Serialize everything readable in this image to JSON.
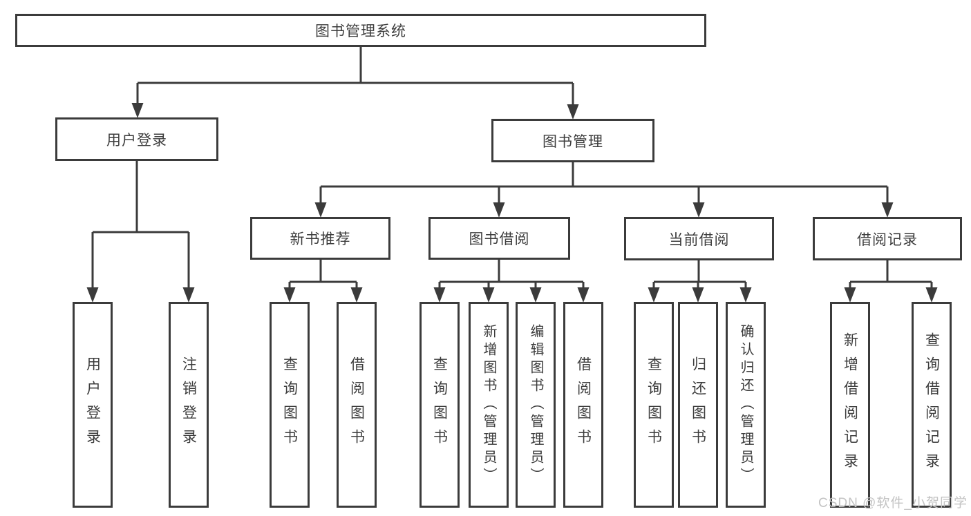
{
  "diagram": {
    "root": {
      "label": "图书管理系统"
    },
    "children": [
      {
        "label": "用户登录",
        "children": [
          {
            "label": "用户登录"
          },
          {
            "label": "注销登录"
          }
        ]
      },
      {
        "label": "图书管理",
        "children": [
          {
            "label": "新书推荐",
            "children": [
              {
                "label": "查询图书"
              },
              {
                "label": "借阅图书"
              }
            ]
          },
          {
            "label": "图书借阅",
            "children": [
              {
                "label": "查询图书"
              },
              {
                "label": "新增图书（管理员）"
              },
              {
                "label": "编辑图书（管理员）"
              },
              {
                "label": "借阅图书"
              }
            ]
          },
          {
            "label": "当前借阅",
            "children": [
              {
                "label": "查询图书"
              },
              {
                "label": "归还图书"
              },
              {
                "label": "确认归还（管理员）"
              }
            ]
          },
          {
            "label": "借阅记录",
            "children": [
              {
                "label": "新增借阅记录"
              },
              {
                "label": "查询借阅记录"
              }
            ]
          }
        ]
      }
    ]
  },
  "watermark": "CSDN @软件_小贺同学",
  "colors": {
    "line": "#3b3b3b",
    "text": "#3d3d3d",
    "wm": "#c3c3c3",
    "box-bg": "#ffffff"
  }
}
